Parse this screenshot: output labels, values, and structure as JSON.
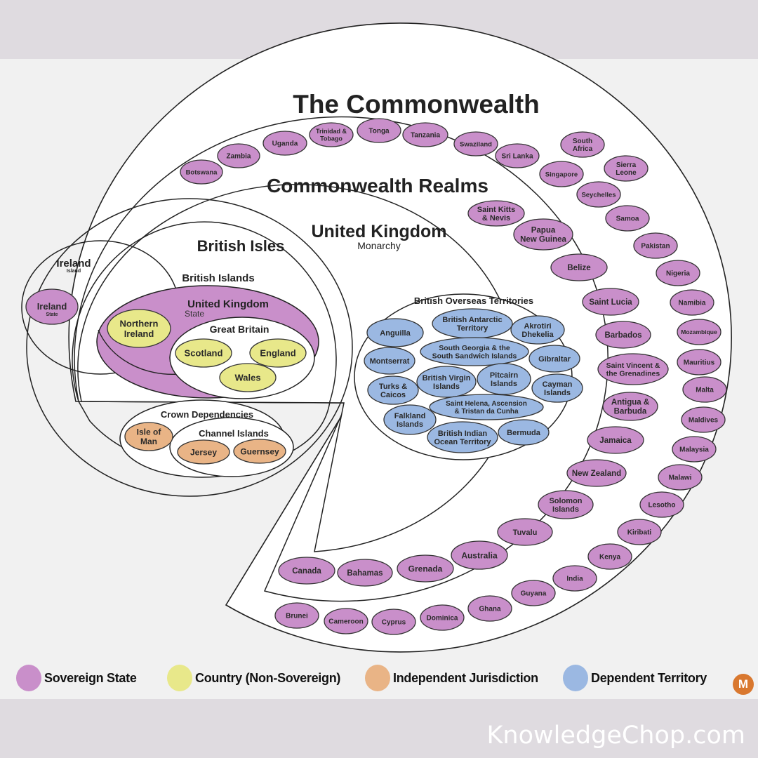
{
  "colors": {
    "sovereign": "#c98fca",
    "country": "#e8e88a",
    "independent": "#e9b486",
    "dependent": "#9bb8e2",
    "badge": "#d9782f"
  },
  "titles": {
    "commonwealth": "The Commonwealth",
    "realms": "Commonwealth Realms",
    "uk_monarchy": "United Kingdom",
    "uk_monarchy_sub": "Monarchy",
    "british_isles": "British Isles",
    "ireland_island": "Ireland",
    "ireland_island_sub": "Island",
    "british_islands": "British Islands",
    "uk_state": "United Kingdom",
    "uk_state_sub": "State",
    "great_britain": "Great Britain",
    "crown_dependencies": "Crown Dependencies",
    "channel_islands": "Channel Islands",
    "bot": "British Overseas Territories"
  },
  "ireland_state": {
    "name": "Ireland",
    "sub": "State",
    "type": "sovereign"
  },
  "uk_countries": [
    {
      "name": [
        "Northern",
        "Ireland"
      ],
      "type": "country"
    },
    {
      "name": [
        "Scotland"
      ],
      "type": "country"
    },
    {
      "name": [
        "England"
      ],
      "type": "country"
    },
    {
      "name": [
        "Wales"
      ],
      "type": "country"
    }
  ],
  "crown_dependencies": [
    {
      "name": [
        "Isle of",
        "Man"
      ],
      "type": "independent"
    },
    {
      "name": [
        "Jersey"
      ],
      "type": "independent"
    },
    {
      "name": [
        "Guernsey"
      ],
      "type": "independent"
    }
  ],
  "overseas_territories": [
    {
      "name": [
        "Anguilla"
      ]
    },
    {
      "name": [
        "British Antarctic",
        "Territory"
      ]
    },
    {
      "name": [
        "Akrotiri",
        "Dhekelia"
      ]
    },
    {
      "name": [
        "Montserrat"
      ]
    },
    {
      "name": [
        "South Georgia & the",
        "South Sandwich Islands"
      ]
    },
    {
      "name": [
        "Gibraltar"
      ]
    },
    {
      "name": [
        "Turks &",
        "Caicos"
      ]
    },
    {
      "name": [
        "British Virgin",
        "Islands"
      ]
    },
    {
      "name": [
        "Pitcairn",
        "Islands"
      ]
    },
    {
      "name": [
        "Cayman",
        "Islands"
      ]
    },
    {
      "name": [
        "Saint Helena, Ascension",
        "& Tristan da Cunha"
      ]
    },
    {
      "name": [
        "Falkland",
        "Islands"
      ]
    },
    {
      "name": [
        "British Indian",
        "Ocean Territory"
      ]
    },
    {
      "name": [
        "Bermuda"
      ]
    }
  ],
  "realms": [
    {
      "name": [
        "Saint Kitts",
        "& Nevis"
      ]
    },
    {
      "name": [
        "Papua",
        "New Guinea"
      ]
    },
    {
      "name": [
        "Belize"
      ]
    },
    {
      "name": [
        "Saint Lucia"
      ]
    },
    {
      "name": [
        "Barbados"
      ]
    },
    {
      "name": [
        "Saint Vincent &",
        "the Grenadines"
      ]
    },
    {
      "name": [
        "Antigua &",
        "Barbuda"
      ]
    },
    {
      "name": [
        "Jamaica"
      ]
    },
    {
      "name": [
        "New Zealand"
      ]
    },
    {
      "name": [
        "Solomon",
        "Islands"
      ]
    },
    {
      "name": [
        "Tuvalu"
      ]
    },
    {
      "name": [
        "Australia"
      ]
    },
    {
      "name": [
        "Grenada"
      ]
    },
    {
      "name": [
        "Bahamas"
      ]
    },
    {
      "name": [
        "Canada"
      ]
    }
  ],
  "commonwealth_members": [
    {
      "name": [
        "Botswana"
      ]
    },
    {
      "name": [
        "Zambia"
      ]
    },
    {
      "name": [
        "Uganda"
      ]
    },
    {
      "name": [
        "Trinidad &",
        "Tobago"
      ]
    },
    {
      "name": [
        "Tonga"
      ]
    },
    {
      "name": [
        "Tanzania"
      ]
    },
    {
      "name": [
        "Swaziland"
      ]
    },
    {
      "name": [
        "Sri Lanka"
      ]
    },
    {
      "name": [
        "South",
        "Africa"
      ]
    },
    {
      "name": [
        "Singapore"
      ]
    },
    {
      "name": [
        "Sierra",
        "Leone"
      ]
    },
    {
      "name": [
        "Seychelles"
      ]
    },
    {
      "name": [
        "Samoa"
      ]
    },
    {
      "name": [
        "Pakistan"
      ]
    },
    {
      "name": [
        "Nigeria"
      ]
    },
    {
      "name": [
        "Namibia"
      ]
    },
    {
      "name": [
        "Mozambique"
      ]
    },
    {
      "name": [
        "Mauritius"
      ]
    },
    {
      "name": [
        "Malta"
      ]
    },
    {
      "name": [
        "Maldives"
      ]
    },
    {
      "name": [
        "Malaysia"
      ]
    },
    {
      "name": [
        "Malawi"
      ]
    },
    {
      "name": [
        "Lesotho"
      ]
    },
    {
      "name": [
        "Kiribati"
      ]
    },
    {
      "name": [
        "Kenya"
      ]
    },
    {
      "name": [
        "India"
      ]
    },
    {
      "name": [
        "Guyana"
      ]
    },
    {
      "name": [
        "Ghana"
      ]
    },
    {
      "name": [
        "Dominica"
      ]
    },
    {
      "name": [
        "Cyprus"
      ]
    },
    {
      "name": [
        "Cameroon"
      ]
    },
    {
      "name": [
        "Brunei"
      ]
    }
  ],
  "legend": [
    {
      "label": "Sovereign State",
      "type": "sovereign"
    },
    {
      "label": "Country (Non-Sovereign)",
      "type": "country"
    },
    {
      "label": "Independent Jurisdiction",
      "type": "independent"
    },
    {
      "label": "Dependent Territory",
      "type": "dependent"
    }
  ],
  "badge": "M",
  "watermark": "KnowledgeChop.com"
}
